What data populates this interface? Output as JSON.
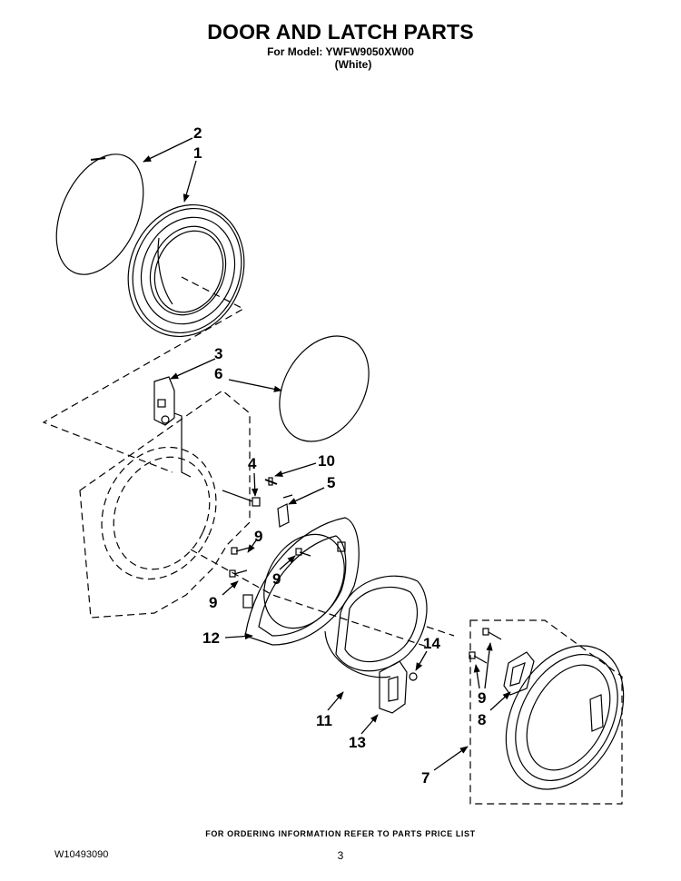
{
  "header": {
    "title": "DOOR AND LATCH PARTS",
    "model_line": "For Model: YWFW9050XW00",
    "color_line": "(White)"
  },
  "callouts": {
    "c1": "1",
    "c2": "2",
    "c3": "3",
    "c4": "4",
    "c5": "5",
    "c6": "6",
    "c7": "7",
    "c8": "8",
    "c9a": "9",
    "c9b": "9",
    "c9c": "9",
    "c9d": "9",
    "c10": "10",
    "c11": "11",
    "c12": "12",
    "c13": "13",
    "c14": "14"
  },
  "footer": {
    "ordering_note": "FOR ORDERING INFORMATION REFER TO PARTS PRICE LIST",
    "document_number": "W10493090",
    "page_number": "3"
  }
}
